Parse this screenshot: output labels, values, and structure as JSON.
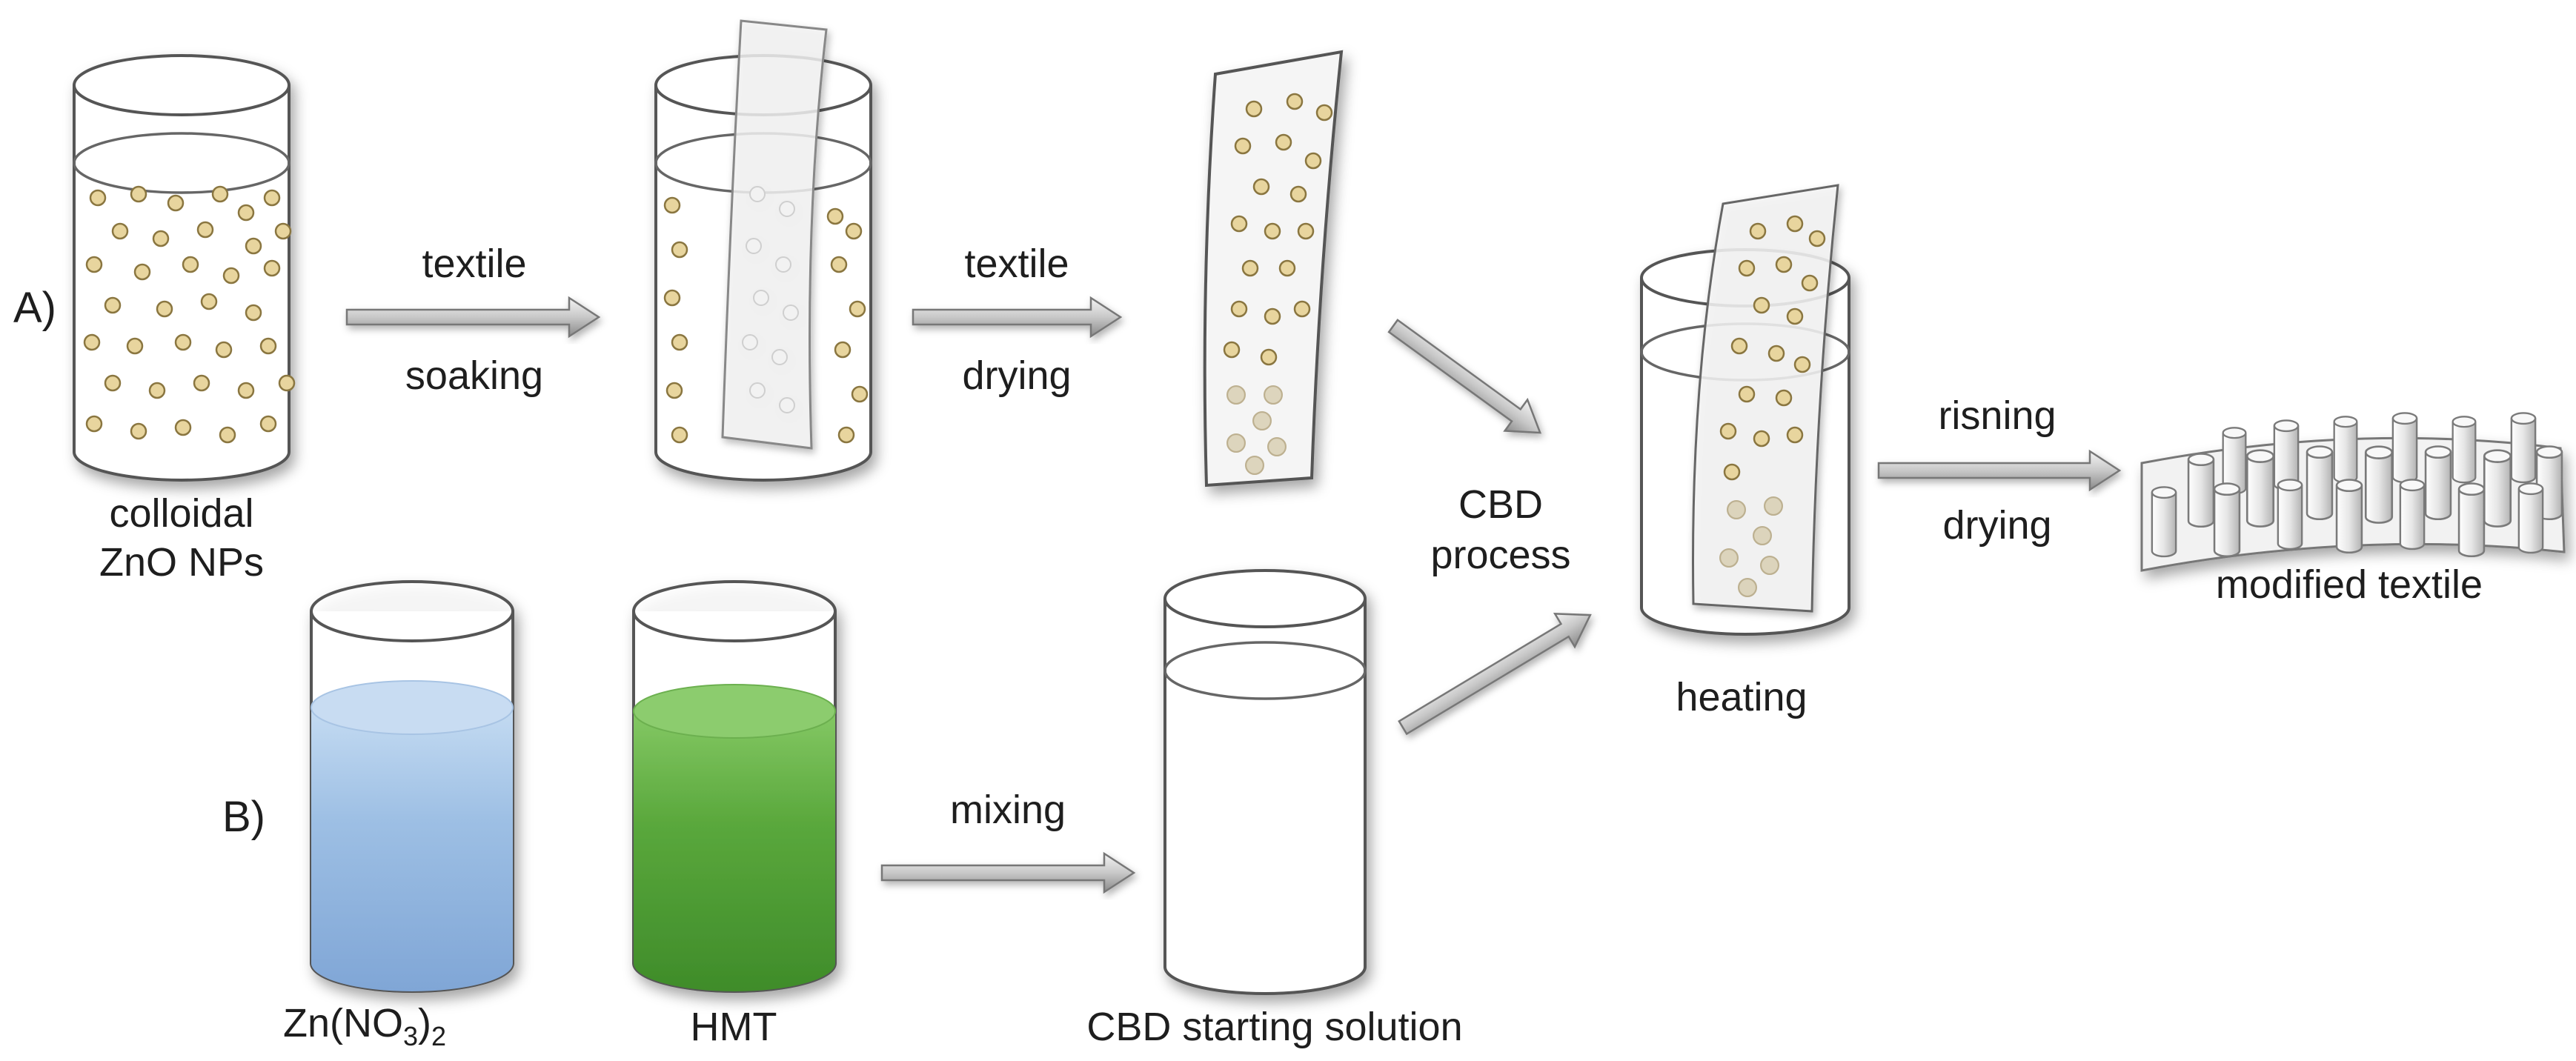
{
  "labels": {
    "row_a": "A)",
    "row_b": "B)",
    "textile_1": "textile",
    "soaking": "soaking",
    "textile_2": "textile",
    "drying_1": "drying",
    "colloidal": "colloidal",
    "zno_nps": "ZnO NPs",
    "cbd": "CBD",
    "process": "process",
    "heating": "heating",
    "risning": "risning",
    "drying_2": "drying",
    "modified_textile": "modified textile",
    "zn_prefix": "Zn(NO",
    "zn_sub3": "3",
    "zn_close": ")",
    "zn_sub2": "2",
    "hmt": "HMT",
    "mixing": "mixing",
    "cbd_starting_solution": "CBD starting solution"
  },
  "colors": {
    "nanoparticle": "#e6d39a",
    "nanoparticle_edge": "#8a7640",
    "zn_no3_solution": "#9dbfe4",
    "hmt_solution": "#5aa83c",
    "beaker_outline": "#555555",
    "arrow": "#9a9a9a"
  }
}
